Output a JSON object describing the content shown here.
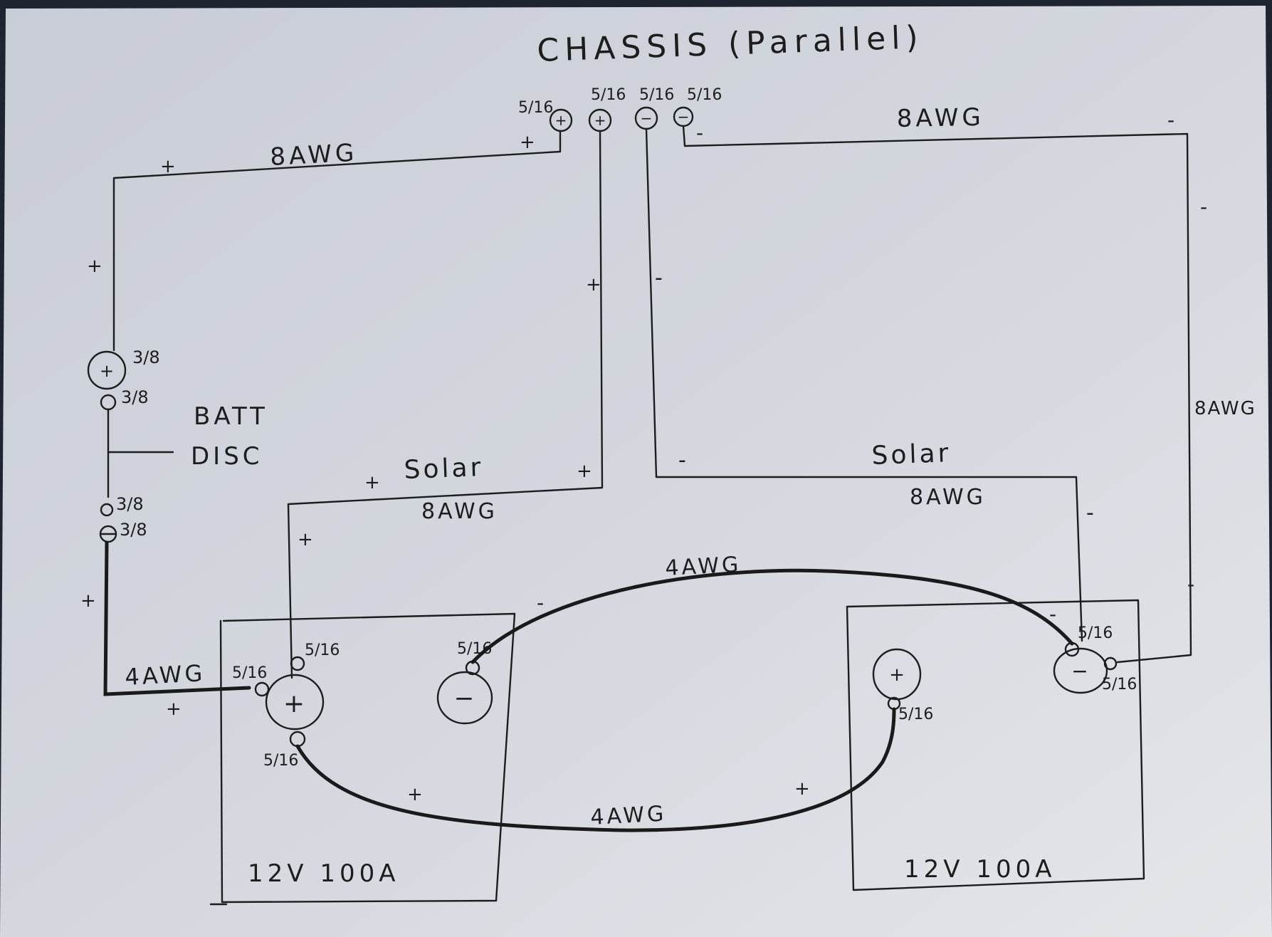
{
  "title": "CHASSIS (Parallel)",
  "chassis_terminals": [
    {
      "size": "5/16",
      "polarity": "+"
    },
    {
      "size": "5/16",
      "polarity": "+"
    },
    {
      "size": "5/16",
      "polarity": "−"
    },
    {
      "size": "5/16",
      "polarity": "−"
    }
  ],
  "wire_gauges": {
    "top_left": "8AWG",
    "top_right": "8AWG",
    "right_side": "8AWG",
    "solar_left_label": "Solar",
    "solar_left_gauge": "8AWG",
    "solar_right_label": "Solar",
    "solar_right_gauge": "8AWG",
    "disc_to_batt": "4AWG",
    "jumper_negative": "4AWG",
    "jumper_positive": "4AWG"
  },
  "disconnect": {
    "line1": "BATT",
    "line2": "DISC",
    "stud_labels": [
      "3/8",
      "3/8",
      "3/8",
      "3/8"
    ]
  },
  "batteries": [
    {
      "label": "12V 100A",
      "pos": "+",
      "neg": "−",
      "lug_labels": [
        "5/16",
        "5/16",
        "5/16",
        "5/16"
      ]
    },
    {
      "label": "12V 100A",
      "pos": "+",
      "neg": "−",
      "lug_labels": [
        "5/16",
        "5/16",
        "5/16"
      ]
    }
  ],
  "marks": {
    "plus": "+",
    "minus": "-"
  }
}
